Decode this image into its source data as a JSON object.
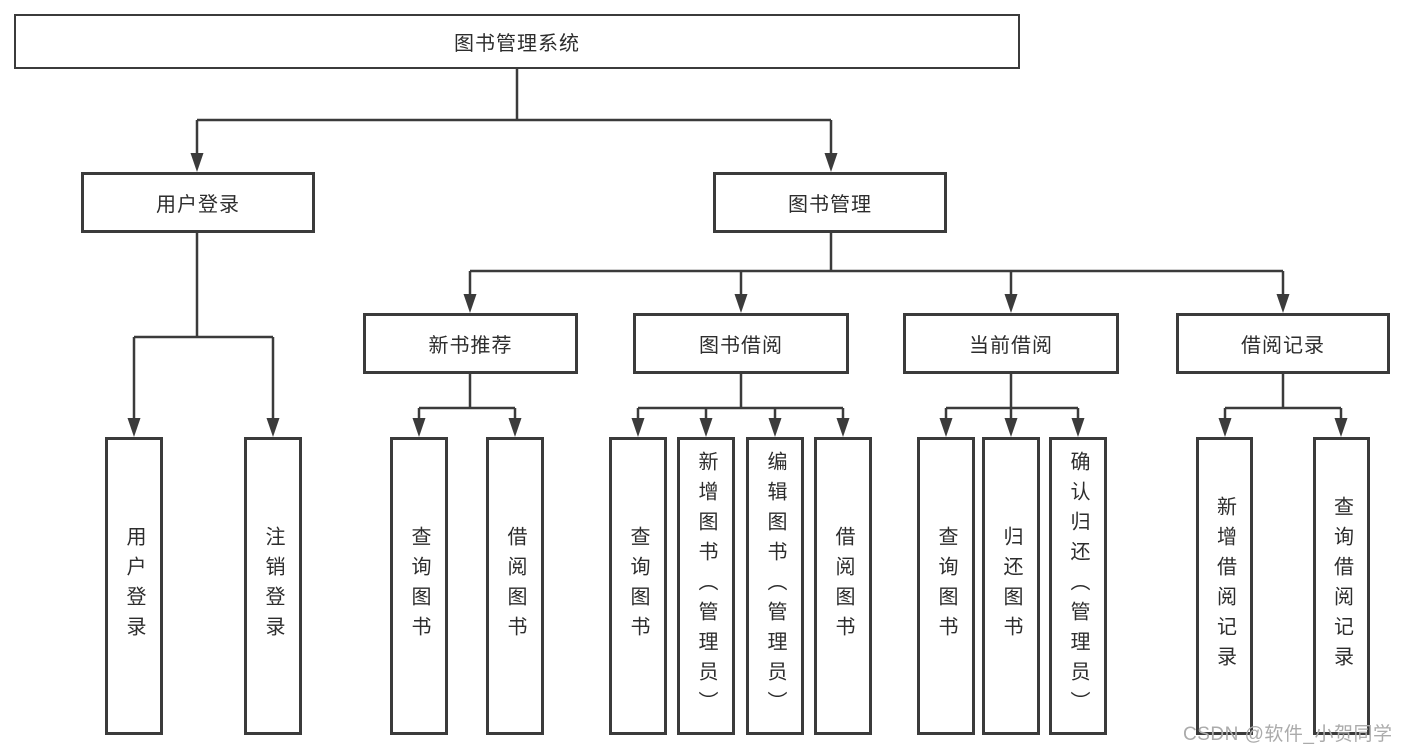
{
  "diagram_title": "图书管理系统",
  "tree": {
    "root": {
      "label": "图书管理系统",
      "children": [
        {
          "label": "用户登录",
          "children": [
            {
              "label": "用户登录"
            },
            {
              "label": "注销登录"
            }
          ]
        },
        {
          "label": "图书管理",
          "children": [
            {
              "label": "新书推荐",
              "children": [
                {
                  "label": "查询图书"
                },
                {
                  "label": "借阅图书"
                }
              ]
            },
            {
              "label": "图书借阅",
              "children": [
                {
                  "label": "查询图书"
                },
                {
                  "label": "新增图书（管理员）"
                },
                {
                  "label": "编辑图书（管理员）"
                },
                {
                  "label": "借阅图书"
                }
              ]
            },
            {
              "label": "当前借阅",
              "children": [
                {
                  "label": "查询图书"
                },
                {
                  "label": "归还图书"
                },
                {
                  "label": "确认归还（管理员）"
                }
              ]
            },
            {
              "label": "借阅记录",
              "children": [
                {
                  "label": "新增借阅记录"
                },
                {
                  "label": "查询借阅记录"
                }
              ]
            }
          ]
        }
      ]
    }
  },
  "watermark": {
    "text": "CSDN @软件_小贺同学"
  },
  "colors": {
    "line": "#3b3b3b",
    "text": "#2d2d2d",
    "watermark": "#ababab",
    "background": "#ffffff"
  }
}
